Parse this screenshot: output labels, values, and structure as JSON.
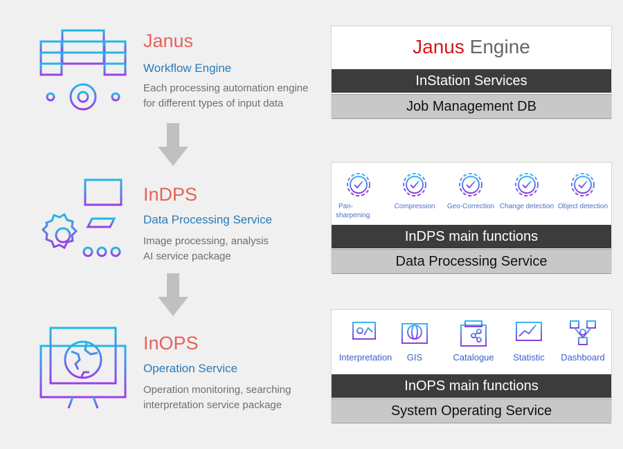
{
  "sections": [
    {
      "title": "Janus",
      "subtitle": "Workflow Engine",
      "desc1": "Each processing automation engine",
      "desc2": "for different types of input data"
    },
    {
      "title": "InDPS",
      "subtitle": "Data Processing Service",
      "desc1": "Image processing, analysis",
      "desc2": "AI service package"
    },
    {
      "title": "InOPS",
      "subtitle": "Operation Service",
      "desc1": "Operation monitoring, searching",
      "desc2": "interpretation service package"
    }
  ],
  "janus_panel": {
    "title_brand": "Janus",
    "title_rest": "Engine",
    "bar_dark": "InStation Services",
    "bar_light": "Job Management DB"
  },
  "indps_panel": {
    "functions": [
      "Pan-",
      "sharpening",
      "Compression",
      "Geo-Correction",
      "Change detection",
      "Object detection"
    ],
    "bar_dark": "InDPS main functions",
    "bar_light": "Data Processing Service"
  },
  "inops_panel": {
    "functions": [
      "Interpretation",
      "GIS",
      "Catalogue",
      "Statistic",
      "Dashboard"
    ],
    "bar_dark": "InOPS main functions",
    "bar_light": "System Operating Service"
  },
  "colors": {
    "title": "#e8615a",
    "subtitle": "#2a7ab8",
    "desc": "#6e6e6e",
    "brand_red": "#d7171f",
    "bar_dark": "#3c3c3c",
    "bar_light": "#c8c8c8"
  }
}
